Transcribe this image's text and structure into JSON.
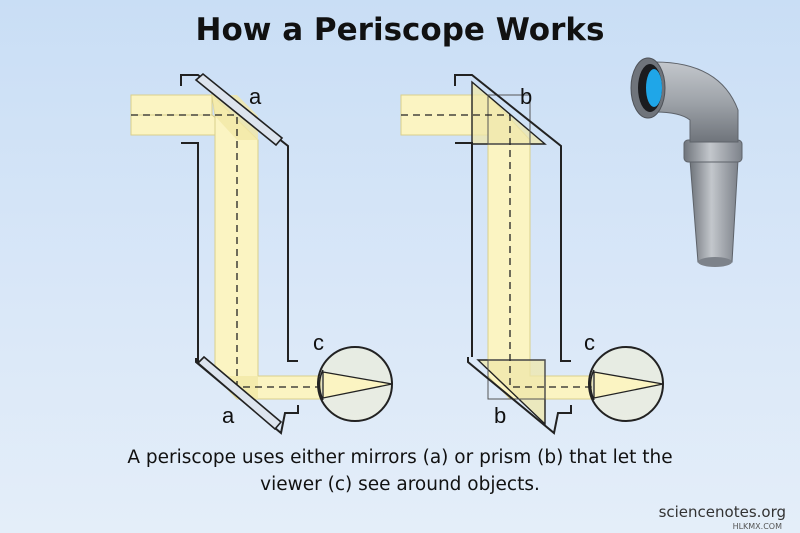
{
  "title": "How a Periscope Works",
  "caption": {
    "line1": "A periscope uses either mirrors (a) or prism (b) that let the",
    "line2": "viewer (c) see around objects."
  },
  "labels": {
    "mirror_top": "a",
    "mirror_bottom": "a",
    "prism_top": "b",
    "prism_bottom": "b",
    "eye_left": "c",
    "eye_right": "c"
  },
  "credit": "sciencenotes.org",
  "watermark": "HLKMX.COM",
  "colors": {
    "beam": "#fbf4c2",
    "beam_edge": "#d9cf8c",
    "mirror": "#dde4ee",
    "tube_outline": "#222222",
    "eye_iris": "#1fa6e8",
    "metal": "#8e939a"
  },
  "icons": [
    "periscope-icon",
    "eye-icon"
  ]
}
